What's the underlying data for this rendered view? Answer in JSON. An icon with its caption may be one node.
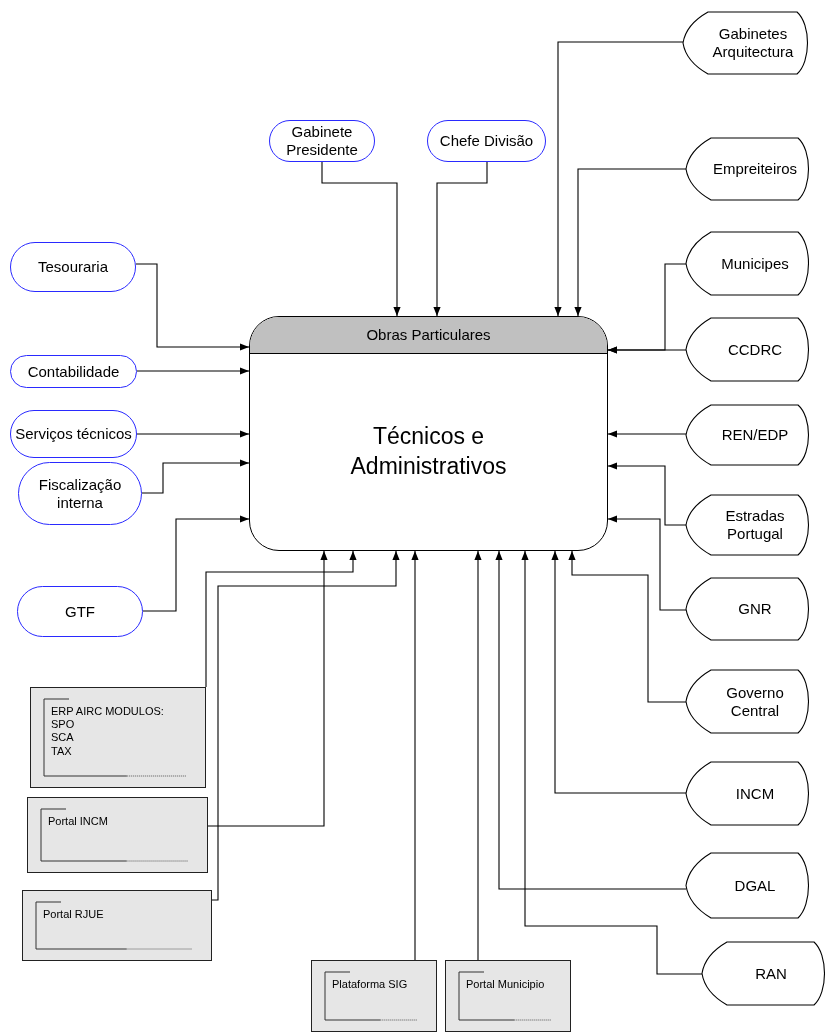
{
  "diagram": {
    "nodes": [
      {
        "text": [
          "Gabinetes Arquitectura"
        ]
      },
      {
        "text": [
          "Gabinete Presidente"
        ]
      },
      {
        "text": [
          "Chefe Divisão"
        ]
      },
      {
        "text": [
          "Empreiteiros"
        ]
      },
      {
        "text": [
          "Tesouraria"
        ]
      },
      {
        "text": [
          "Municipes"
        ]
      },
      {
        "text": [
          "Obras Particulares",
          "Técnicos e Administrativos"
        ]
      },
      {
        "text": [
          "CCDRC"
        ]
      },
      {
        "text": [
          "Contabilidade"
        ]
      },
      {
        "text": [
          "Serviços técnicos"
        ]
      },
      {
        "text": [
          "REN/EDP"
        ]
      },
      {
        "text": [
          "Fiscalização interna"
        ]
      },
      {
        "text": [
          "Estradas Portugal"
        ]
      },
      {
        "text": [
          "GTF"
        ]
      },
      {
        "text": [
          "GNR"
        ]
      },
      {
        "text": [
          "Governo Central"
        ]
      },
      {
        "text": [
          "ERP AIRC MODULOS:",
          "SPO",
          "SCA",
          "TAX"
        ]
      },
      {
        "text": [
          "Portal INCM"
        ]
      },
      {
        "text": [
          "INCM"
        ]
      },
      {
        "text": [
          "DGAL"
        ]
      },
      {
        "text": [
          "Portal RJUE"
        ]
      },
      {
        "text": [
          "RAN"
        ]
      },
      {
        "text": [
          "Plataforma SIG"
        ]
      },
      {
        "text": [
          "Portal Municipio"
        ]
      }
    ],
    "edges": [
      {
        "from": 0,
        "to": 6,
        "arrow": "to"
      },
      {
        "from": 1,
        "to": 6,
        "arrow": "to"
      },
      {
        "from": 2,
        "to": 6,
        "arrow": "to"
      },
      {
        "from": 3,
        "to": 6,
        "arrow": "to"
      },
      {
        "from": 4,
        "to": 6,
        "arrow": "to"
      },
      {
        "from": 5,
        "to": 6,
        "arrow": "to"
      },
      {
        "from": 7,
        "to": 6,
        "arrow": "to"
      },
      {
        "from": 8,
        "to": 6,
        "arrow": "to"
      },
      {
        "from": 9,
        "to": 6,
        "arrow": "to"
      },
      {
        "from": 10,
        "to": 6,
        "arrow": "to"
      },
      {
        "from": 11,
        "to": 6,
        "arrow": "to"
      },
      {
        "from": 12,
        "to": 6,
        "arrow": "to"
      },
      {
        "from": 13,
        "to": 6,
        "arrow": "to"
      },
      {
        "from": 14,
        "to": 6,
        "arrow": "to"
      },
      {
        "from": 15,
        "to": 6,
        "arrow": "to"
      },
      {
        "from": 16,
        "to": 6,
        "arrow": "to"
      },
      {
        "from": 17,
        "to": 6,
        "arrow": "to"
      },
      {
        "from": 18,
        "to": 6,
        "arrow": "to"
      },
      {
        "from": 19,
        "to": 6,
        "arrow": "to"
      },
      {
        "from": 20,
        "to": 6,
        "arrow": "to"
      },
      {
        "from": 22,
        "to": 6,
        "arrow": "to"
      },
      {
        "from": 23,
        "to": 6,
        "arrow": "to"
      },
      {
        "from": 21,
        "to": 6,
        "arrow": "to"
      }
    ]
  }
}
